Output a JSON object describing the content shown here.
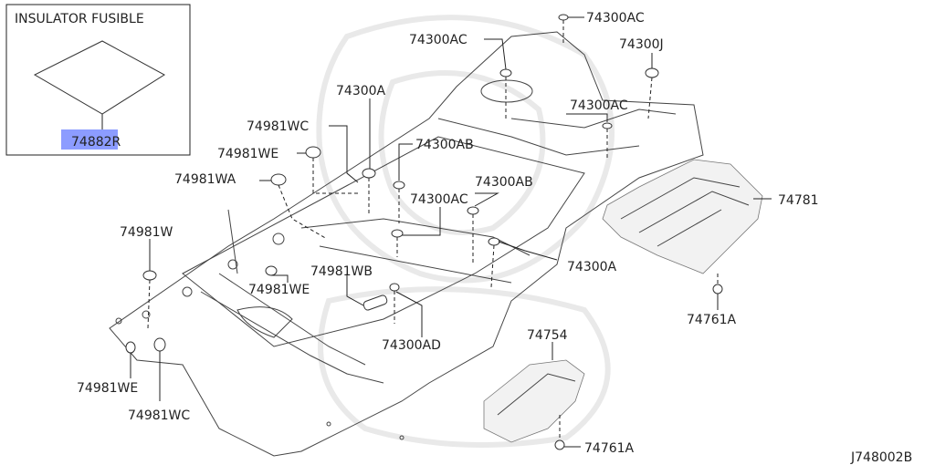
{
  "inset": {
    "title": "INSULATOR FUSIBLE",
    "part_label": "74882R"
  },
  "labels": {
    "ac_top_right": "74300AC",
    "ac_top_left": "74300AC",
    "j": "74300J",
    "a_upper": "74300A",
    "ac_mid_right": "74300AC",
    "wc_upper": "74981WC",
    "ab_upper": "74300AB",
    "we_upper": "74981WE",
    "ab_lower": "74300AB",
    "wa": "74981WA",
    "ac_center": "74300AC",
    "p74781": "74781",
    "w": "74981W",
    "wb": "74981WB",
    "a_lower": "74300A",
    "we_mid": "74981WE",
    "p74761a_right": "74761A",
    "ad": "74300AD",
    "p74754": "74754",
    "we_lower": "74981WE",
    "wc_lower": "74981WC",
    "p74761a_bottom": "74761A"
  },
  "diagram_id": "J748002B",
  "colors": {
    "highlight": "#8c9cff",
    "line": "#222222",
    "watermark": "#e9e9e9"
  }
}
